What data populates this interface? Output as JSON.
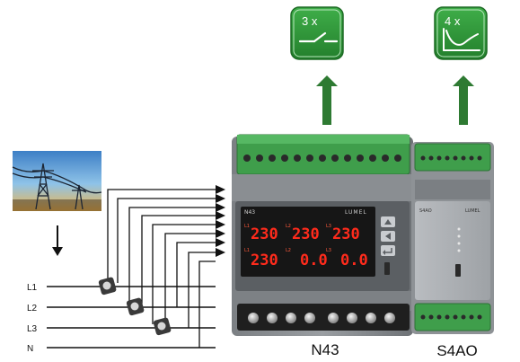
{
  "icons": {
    "relay": {
      "label": "3 x",
      "name": "relay-contact-icon"
    },
    "analog": {
      "label": "4 x",
      "name": "analog-curve-icon"
    }
  },
  "lines": {
    "l1": "L1",
    "l2": "L2",
    "l3": "L3",
    "n": "N"
  },
  "meter": {
    "model": "N43",
    "brand": "LUMEL",
    "row1": [
      "230",
      "230",
      "230"
    ],
    "row1_tags": [
      "L1",
      "L2",
      "L3"
    ],
    "row2": [
      "230",
      "0.0",
      "0.0"
    ],
    "row2_tags": [
      "L1",
      "L2",
      "L3"
    ]
  },
  "module": {
    "model": "S4AO",
    "brand": "LUMEL"
  },
  "captions": {
    "meter": "N43",
    "module": "S4AO"
  },
  "colors": {
    "icon_green": "#2f9a3a",
    "arrow_green": "#2e7a32",
    "terminal_green": "#3f9e4b",
    "display_red": "#ff2b1c",
    "housing": "#8c9094"
  }
}
